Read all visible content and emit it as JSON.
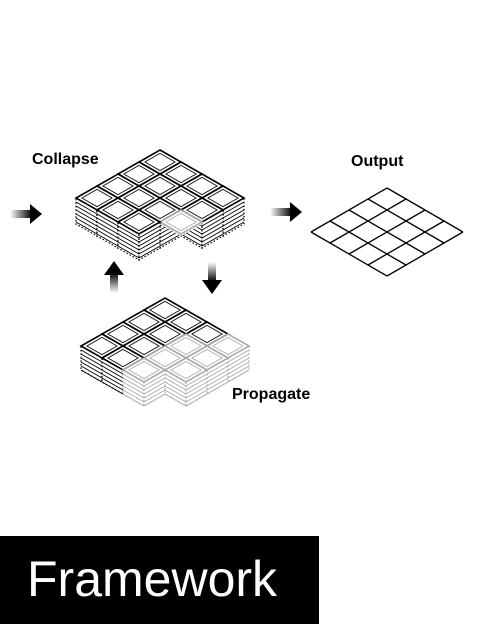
{
  "labels": {
    "collapse": "Collapse",
    "output": "Output",
    "propagate": "Propagate"
  },
  "title": "Framework",
  "grids": {
    "collapse": {
      "rows": 4,
      "cols": 4,
      "removed": [
        [
          3,
          3
        ]
      ],
      "collapsed": [
        [
          2,
          3
        ]
      ]
    },
    "propagate": {
      "rows": 4,
      "cols": 4,
      "removed": [
        [
          3,
          3
        ]
      ],
      "faded": [
        [
          1,
          3
        ],
        [
          2,
          2
        ],
        [
          2,
          3
        ],
        [
          3,
          2
        ],
        [
          1,
          2
        ],
        [
          0,
          3
        ]
      ]
    },
    "output": {
      "rows": 4,
      "cols": 4
    }
  },
  "colors": {
    "ink": "#000000",
    "faded": "#aaaaaa",
    "background": "#ffffff"
  }
}
